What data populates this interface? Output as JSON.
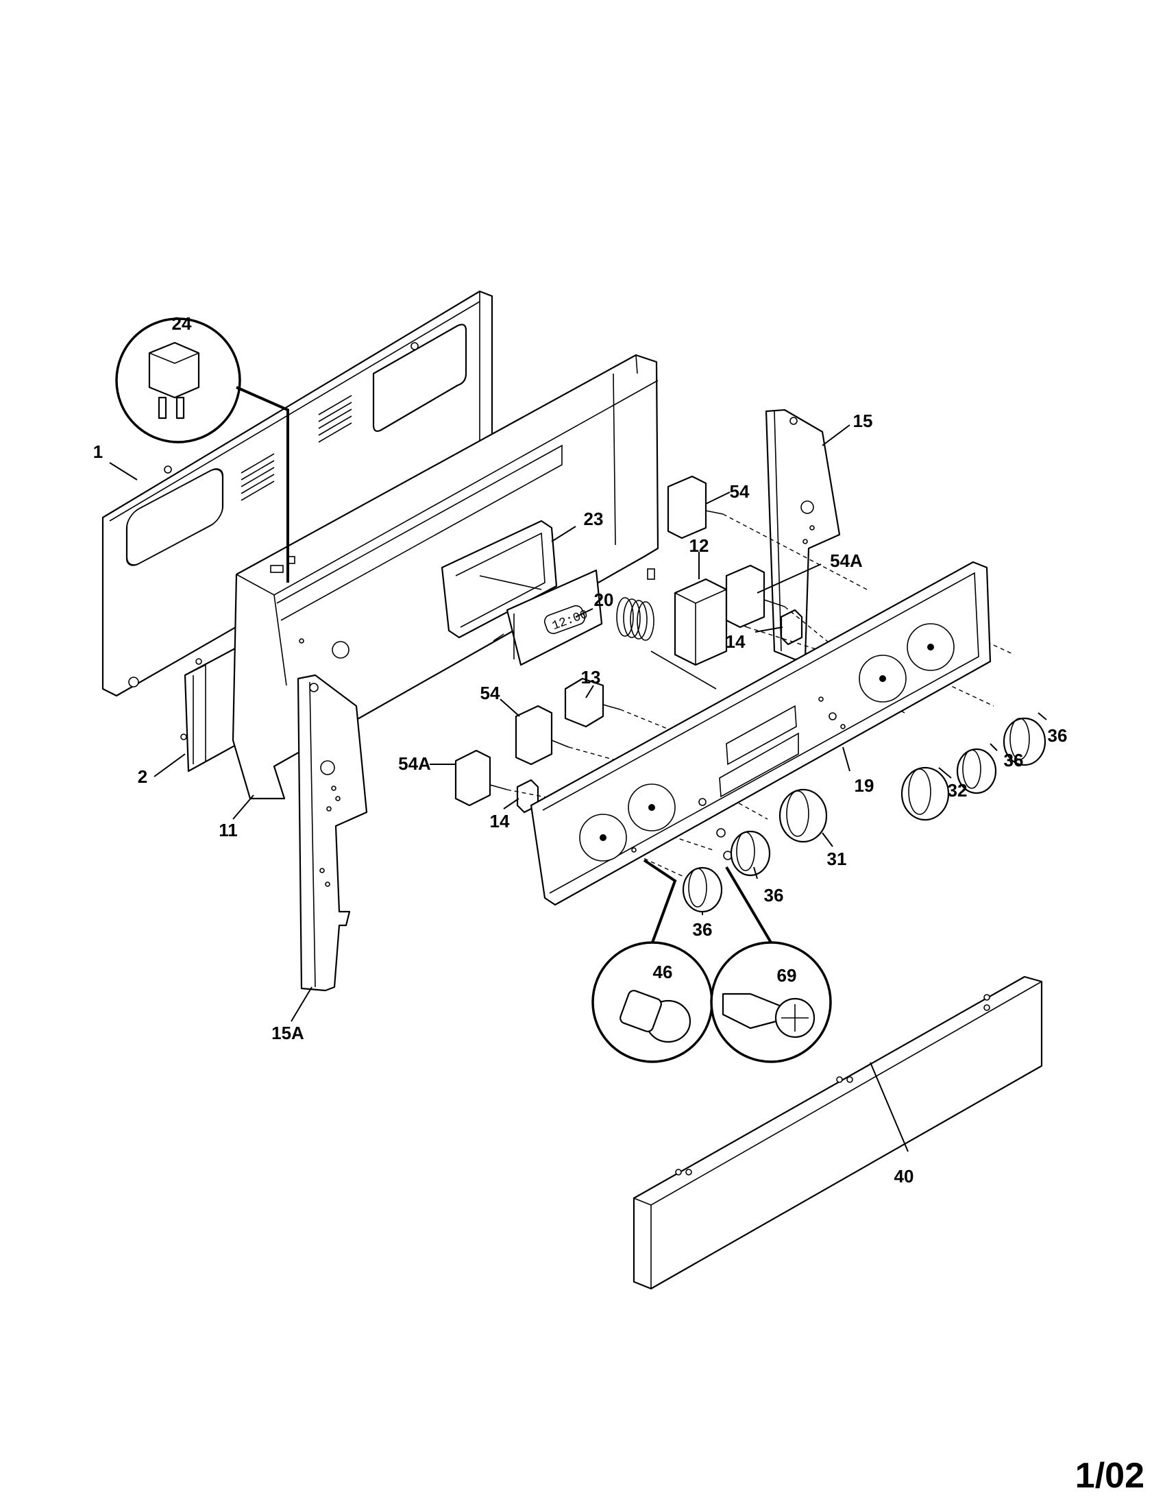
{
  "diagram": {
    "page_number": "1/02",
    "clock_display": "12:00",
    "callouts": [
      {
        "id": "c-24",
        "text": "24"
      },
      {
        "id": "c-1",
        "text": "1"
      },
      {
        "id": "c-2",
        "text": "2"
      },
      {
        "id": "c-11",
        "text": "11"
      },
      {
        "id": "c-15A",
        "text": "15A"
      },
      {
        "id": "c-23",
        "text": "23"
      },
      {
        "id": "c-20",
        "text": "20"
      },
      {
        "id": "c-12",
        "text": "12"
      },
      {
        "id": "c-54-top",
        "text": "54"
      },
      {
        "id": "c-15",
        "text": "15"
      },
      {
        "id": "c-54A-right",
        "text": "54A"
      },
      {
        "id": "c-14-right",
        "text": "14"
      },
      {
        "id": "c-13",
        "text": "13"
      },
      {
        "id": "c-54-mid",
        "text": "54"
      },
      {
        "id": "c-54A-left",
        "text": "54A"
      },
      {
        "id": "c-14-left",
        "text": "14"
      },
      {
        "id": "c-19",
        "text": "19"
      },
      {
        "id": "c-32",
        "text": "32"
      },
      {
        "id": "c-36-a",
        "text": "36"
      },
      {
        "id": "c-36-b",
        "text": "36"
      },
      {
        "id": "c-31",
        "text": "31"
      },
      {
        "id": "c-36-c",
        "text": "36"
      },
      {
        "id": "c-36-d",
        "text": "36"
      },
      {
        "id": "c-46",
        "text": "46"
      },
      {
        "id": "c-69",
        "text": "69"
      },
      {
        "id": "c-40",
        "text": "40"
      }
    ]
  }
}
